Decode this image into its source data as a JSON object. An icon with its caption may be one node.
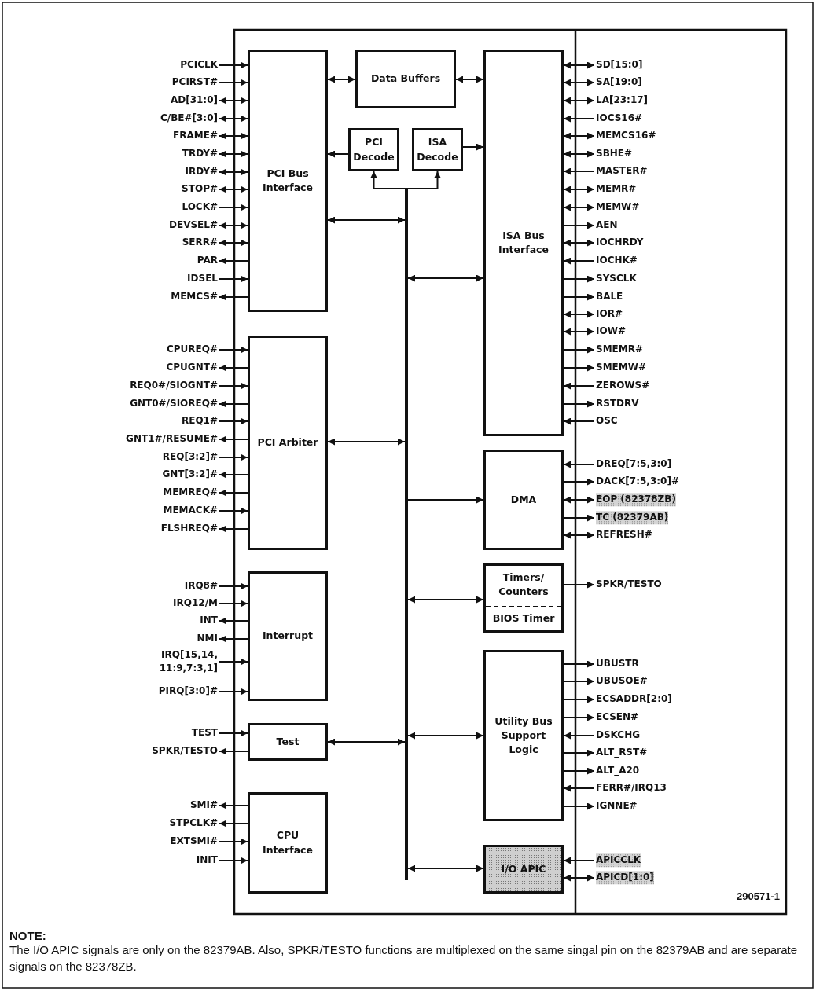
{
  "diagram": {
    "nodes": [
      {
        "text": [
          "PCI Bus Interface"
        ]
      },
      {
        "text": [
          "Data Buffers"
        ]
      },
      {
        "text": [
          "PCI Decode"
        ]
      },
      {
        "text": [
          "ISA Decode"
        ]
      },
      {
        "text": [
          "ISA Bus Interface"
        ]
      },
      {
        "text": [],
        "shape": "bar"
      },
      {
        "text": [
          "PCI Arbiter"
        ]
      },
      {
        "text": [
          "DMA"
        ]
      },
      {
        "text": [
          "Timers/ Counters",
          "BIOS Timer"
        ]
      },
      {
        "text": [
          "Interrupt"
        ]
      },
      {
        "text": [
          "Utility Bus Support Logic"
        ]
      },
      {
        "text": [
          "Test"
        ]
      },
      {
        "text": [
          "CPU Interface"
        ]
      },
      {
        "text": [
          "I/O APIC"
        ]
      },
      {
        "text": [
          "PCICLK"
        ]
      },
      {
        "text": [
          "PCIRST#"
        ]
      },
      {
        "text": [
          "AD[31:0]"
        ]
      },
      {
        "text": [
          "C/BE#[3:0]"
        ]
      },
      {
        "text": [
          "FRAME#"
        ]
      },
      {
        "text": [
          "TRDY#"
        ]
      },
      {
        "text": [
          "IRDY#"
        ]
      },
      {
        "text": [
          "STOP#"
        ]
      },
      {
        "text": [
          "LOCK#"
        ]
      },
      {
        "text": [
          "DEVSEL#"
        ]
      },
      {
        "text": [
          "SERR#"
        ]
      },
      {
        "text": [
          "PAR"
        ]
      },
      {
        "text": [
          "IDSEL"
        ]
      },
      {
        "text": [
          "MEMCS#"
        ]
      },
      {
        "text": [
          "CPUREQ#"
        ]
      },
      {
        "text": [
          "CPUGNT#"
        ]
      },
      {
        "text": [
          "REQ0#/SIOGNT#"
        ]
      },
      {
        "text": [
          "GNT0#/SIOREQ#"
        ]
      },
      {
        "text": [
          "REQ1#"
        ]
      },
      {
        "text": [
          "GNT1#/RESUME#"
        ]
      },
      {
        "text": [
          "REQ[3:2]#"
        ]
      },
      {
        "text": [
          "GNT[3:2]#"
        ]
      },
      {
        "text": [
          "MEMREQ#"
        ]
      },
      {
        "text": [
          "MEMACK#"
        ]
      },
      {
        "text": [
          "FLSHREQ#"
        ]
      },
      {
        "text": [
          "IRQ8#"
        ]
      },
      {
        "text": [
          "IRQ12/M"
        ]
      },
      {
        "text": [
          "INT"
        ]
      },
      {
        "text": [
          "NMI"
        ]
      },
      {
        "text": [
          "IRQ[15,14, 11:9,7:3,1]"
        ]
      },
      {
        "text": [
          "PIRQ[3:0]#"
        ]
      },
      {
        "text": [
          "TEST"
        ]
      },
      {
        "text": [
          "SPKR/TESTO"
        ]
      },
      {
        "text": [
          "SMI#"
        ]
      },
      {
        "text": [
          "STPCLK#"
        ]
      },
      {
        "text": [
          "EXTSMI#"
        ]
      },
      {
        "text": [
          "INIT"
        ]
      },
      {
        "text": [
          "SD[15:0]"
        ]
      },
      {
        "text": [
          "SA[19:0]"
        ]
      },
      {
        "text": [
          "LA[23:17]"
        ]
      },
      {
        "text": [
          "IOCS16#"
        ]
      },
      {
        "text": [
          "MEMCS16#"
        ]
      },
      {
        "text": [
          "SBHE#"
        ]
      },
      {
        "text": [
          "MASTER#"
        ]
      },
      {
        "text": [
          "MEMR#"
        ]
      },
      {
        "text": [
          "MEMW#"
        ]
      },
      {
        "text": [
          "AEN"
        ]
      },
      {
        "text": [
          "IOCHRDY"
        ]
      },
      {
        "text": [
          "IOCHK#"
        ]
      },
      {
        "text": [
          "SYSCLK"
        ]
      },
      {
        "text": [
          "BALE"
        ]
      },
      {
        "text": [
          "IOR#"
        ]
      },
      {
        "text": [
          "IOW#"
        ]
      },
      {
        "text": [
          "SMEMR#"
        ]
      },
      {
        "text": [
          "SMEMW#"
        ]
      },
      {
        "text": [
          "ZEROWS#"
        ]
      },
      {
        "text": [
          "RSTDRV"
        ]
      },
      {
        "text": [
          "OSC"
        ]
      },
      {
        "text": [
          "DREQ[7:5,3:0]"
        ]
      },
      {
        "text": [
          "DACK[7:5,3:0]#"
        ]
      },
      {
        "text": [
          "EOP (82378ZB)"
        ]
      },
      {
        "text": [
          "TC (82379AB)"
        ]
      },
      {
        "text": [
          "REFRESH#"
        ]
      },
      {
        "text": [
          "SPKR/TESTO"
        ]
      },
      {
        "text": [
          "UBUSTR"
        ]
      },
      {
        "text": [
          "UBUSOE#"
        ]
      },
      {
        "text": [
          "ECSADDR[2:0]"
        ]
      },
      {
        "text": [
          "ECSEN#"
        ]
      },
      {
        "text": [
          "DSKCHG"
        ]
      },
      {
        "text": [
          "ALT_RST#"
        ]
      },
      {
        "text": [
          "ALT_A20"
        ]
      },
      {
        "text": [
          "FERR#/IRQ13"
        ]
      },
      {
        "text": [
          "IGNNE#"
        ]
      },
      {
        "text": [
          "APICCLK"
        ]
      },
      {
        "text": [
          "APICD[1:0]"
        ]
      }
    ],
    "edges": [
      {
        "from": 1,
        "to": 0,
        "arrow": "both"
      },
      {
        "from": 1,
        "to": 4,
        "arrow": "both"
      },
      {
        "from": 5,
        "to": 2,
        "arrow": "to"
      },
      {
        "from": 5,
        "to": 3,
        "arrow": "to"
      },
      {
        "from": 2,
        "to": 0,
        "arrow": "to"
      },
      {
        "from": 3,
        "to": 4,
        "arrow": "to"
      },
      {
        "from": 0,
        "to": 5,
        "arrow": "both"
      },
      {
        "from": 5,
        "to": 4,
        "arrow": "both"
      },
      {
        "from": 6,
        "to": 5,
        "arrow": "both"
      },
      {
        "from": 5,
        "to": 7,
        "arrow": "to"
      },
      {
        "from": 8,
        "to": 5,
        "arrow": "both"
      },
      {
        "from": 11,
        "to": 5,
        "arrow": "both"
      },
      {
        "from": 10,
        "to": 5,
        "arrow": "both"
      },
      {
        "from": 13,
        "to": 5,
        "arrow": "both"
      },
      {
        "from": 14,
        "to": 0,
        "arrow": "to"
      },
      {
        "from": 15,
        "to": 0,
        "arrow": "to"
      },
      {
        "from": 16,
        "to": 0,
        "arrow": "both"
      },
      {
        "from": 17,
        "to": 0,
        "arrow": "both"
      },
      {
        "from": 18,
        "to": 0,
        "arrow": "both"
      },
      {
        "from": 19,
        "to": 0,
        "arrow": "both"
      },
      {
        "from": 20,
        "to": 0,
        "arrow": "both"
      },
      {
        "from": 21,
        "to": 0,
        "arrow": "both"
      },
      {
        "from": 22,
        "to": 0,
        "arrow": "to"
      },
      {
        "from": 23,
        "to": 0,
        "arrow": "both"
      },
      {
        "from": 24,
        "to": 0,
        "arrow": "both"
      },
      {
        "from": 0,
        "to": 25,
        "arrow": "to"
      },
      {
        "from": 26,
        "to": 0,
        "arrow": "to"
      },
      {
        "from": 0,
        "to": 27,
        "arrow": "to"
      },
      {
        "from": 28,
        "to": 6,
        "arrow": "to"
      },
      {
        "from": 6,
        "to": 29,
        "arrow": "to"
      },
      {
        "from": 30,
        "to": 6,
        "arrow": "to"
      },
      {
        "from": 6,
        "to": 31,
        "arrow": "to"
      },
      {
        "from": 32,
        "to": 6,
        "arrow": "to"
      },
      {
        "from": 6,
        "to": 33,
        "arrow": "to"
      },
      {
        "from": 34,
        "to": 6,
        "arrow": "to"
      },
      {
        "from": 6,
        "to": 35,
        "arrow": "to"
      },
      {
        "from": 6,
        "to": 36,
        "arrow": "to"
      },
      {
        "from": 37,
        "to": 6,
        "arrow": "to"
      },
      {
        "from": 6,
        "to": 38,
        "arrow": "to"
      },
      {
        "from": 39,
        "to": 9,
        "arrow": "to"
      },
      {
        "from": 40,
        "to": 9,
        "arrow": "to"
      },
      {
        "from": 9,
        "to": 41,
        "arrow": "to"
      },
      {
        "from": 9,
        "to": 42,
        "arrow": "to"
      },
      {
        "from": 43,
        "to": 9,
        "arrow": "to"
      },
      {
        "from": 44,
        "to": 9,
        "arrow": "to"
      },
      {
        "from": 45,
        "to": 11,
        "arrow": "to"
      },
      {
        "from": 11,
        "to": 46,
        "arrow": "to"
      },
      {
        "from": 12,
        "to": 47,
        "arrow": "to"
      },
      {
        "from": 12,
        "to": 48,
        "arrow": "to"
      },
      {
        "from": 49,
        "to": 12,
        "arrow": "to"
      },
      {
        "from": 50,
        "to": 12,
        "arrow": "to"
      },
      {
        "from": 51,
        "to": 4,
        "arrow": "both"
      },
      {
        "from": 52,
        "to": 4,
        "arrow": "both"
      },
      {
        "from": 53,
        "to": 4,
        "arrow": "both"
      },
      {
        "from": 54,
        "to": 4,
        "arrow": "to"
      },
      {
        "from": 55,
        "to": 4,
        "arrow": "both"
      },
      {
        "from": 56,
        "to": 4,
        "arrow": "both"
      },
      {
        "from": 57,
        "to": 4,
        "arrow": "to"
      },
      {
        "from": 58,
        "to": 4,
        "arrow": "both"
      },
      {
        "from": 59,
        "to": 4,
        "arrow": "both"
      },
      {
        "from": 4,
        "to": 60,
        "arrow": "to"
      },
      {
        "from": 61,
        "to": 4,
        "arrow": "both"
      },
      {
        "from": 62,
        "to": 4,
        "arrow": "to"
      },
      {
        "from": 4,
        "to": 63,
        "arrow": "to"
      },
      {
        "from": 4,
        "to": 64,
        "arrow": "to"
      },
      {
        "from": 65,
        "to": 4,
        "arrow": "both"
      },
      {
        "from": 66,
        "to": 4,
        "arrow": "both"
      },
      {
        "from": 4,
        "to": 67,
        "arrow": "to"
      },
      {
        "from": 4,
        "to": 68,
        "arrow": "to"
      },
      {
        "from": 69,
        "to": 4,
        "arrow": "to"
      },
      {
        "from": 4,
        "to": 70,
        "arrow": "to"
      },
      {
        "from": 71,
        "to": 4,
        "arrow": "to"
      },
      {
        "from": 72,
        "to": 7,
        "arrow": "to"
      },
      {
        "from": 7,
        "to": 73,
        "arrow": "to"
      },
      {
        "from": 74,
        "to": 7,
        "arrow": "both"
      },
      {
        "from": 7,
        "to": 75,
        "arrow": "to"
      },
      {
        "from": 76,
        "to": 7,
        "arrow": "both"
      },
      {
        "from": 8,
        "to": 77,
        "arrow": "to"
      },
      {
        "from": 10,
        "to": 78,
        "arrow": "to"
      },
      {
        "from": 10,
        "to": 79,
        "arrow": "to"
      },
      {
        "from": 10,
        "to": 80,
        "arrow": "to"
      },
      {
        "from": 10,
        "to": 81,
        "arrow": "to"
      },
      {
        "from": 82,
        "to": 10,
        "arrow": "to"
      },
      {
        "from": 10,
        "to": 83,
        "arrow": "to"
      },
      {
        "from": 10,
        "to": 84,
        "arrow": "to"
      },
      {
        "from": 85,
        "to": 10,
        "arrow": "to"
      },
      {
        "from": 10,
        "to": 86,
        "arrow": "to"
      },
      {
        "from": 87,
        "to": 13,
        "arrow": "to"
      },
      {
        "from": 88,
        "to": 13,
        "arrow": "both"
      }
    ],
    "labels": [
      "290571-1",
      "NOTE:",
      "The I/O APIC signals are only on the 82379AB. Also, SPKR/TESTO functions are multiplexed on the same singal pin on the 82379AB and are separate signals on the 82378ZB."
    ]
  }
}
